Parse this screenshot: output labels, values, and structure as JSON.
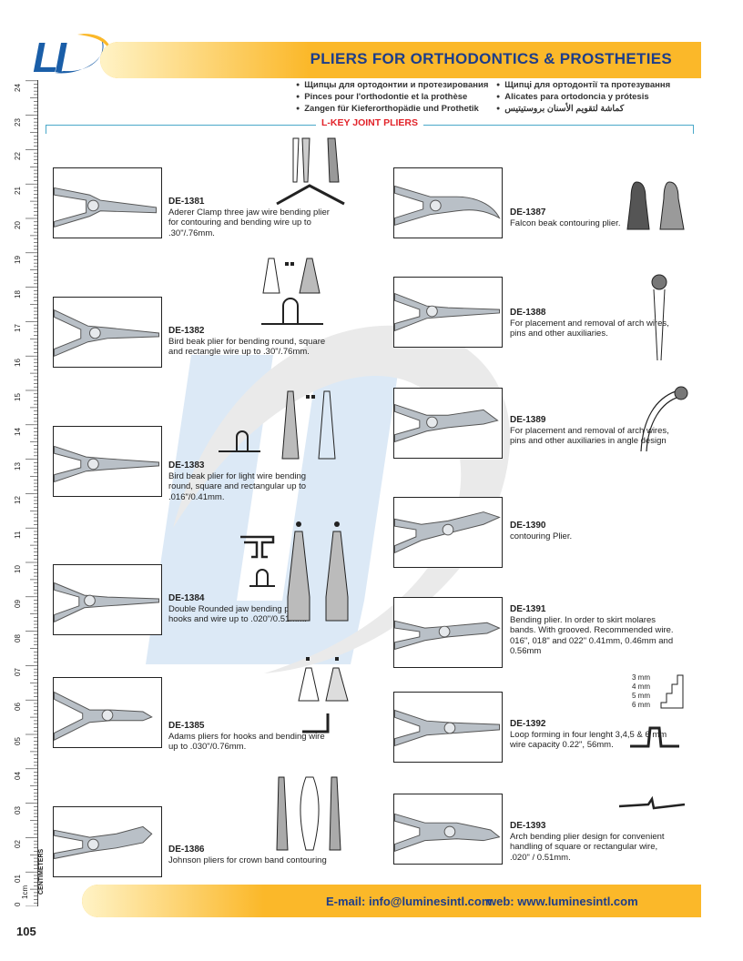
{
  "brand": {
    "logo_text": "LI",
    "colors": {
      "accent": "#fbb829",
      "title": "#1d3d8a",
      "section": "#e2232a",
      "rule": "#4aa8c9"
    }
  },
  "header": {
    "title": "PLIERS FOR ORTHODONTICS & PROSTHETIES",
    "languages_left": [
      "Щипцы для ортодонтии и протезирования",
      "Pinces pour l'orthodontie et la prothèse",
      "Zangen für Kieferorthopädie und Prothetik"
    ],
    "languages_right": [
      "Щипці для ортодонтії та протезування",
      "Alicates para ortodoncia y prótesis",
      "كماشة لتقويم الأسنان بروستيتيس"
    ]
  },
  "section": {
    "title": "L-KEY JOINT PLIERS"
  },
  "ruler": {
    "numbers": [
      "24",
      "23",
      "22",
      "21",
      "20",
      "19",
      "18",
      "17",
      "16",
      "15",
      "14",
      "13",
      "12",
      "11",
      "10",
      "09",
      "08",
      "07",
      "06",
      "05",
      "04",
      "03",
      "02",
      "01"
    ],
    "zero": "0",
    "unit": "1cm",
    "label": "CENTIMETERS"
  },
  "products_left": [
    {
      "code": "DE-1381",
      "desc": "Aderer Clamp three jaw wire bending plier for contouring and bending wire up to .30\"/.76mm."
    },
    {
      "code": "DE-1382",
      "desc": "Bird beak plier for bending round, square and rectangle wire up to .30\"/.76mm."
    },
    {
      "code": "DE-1383",
      "desc": "Bird beak plier for light wire bending round, square and rectangular up to .016\"/0.41mm."
    },
    {
      "code": "DE-1384",
      "desc": "Double Rounded jaw bending pliers, hooks and wire up to .020\"/0.51mm."
    },
    {
      "code": "DE-1385",
      "desc": "Adams pliers for hooks and bending wire up to .030\"/0.76mm."
    },
    {
      "code": "DE-1386",
      "desc": "Johnson pliers for crown band contouring"
    }
  ],
  "products_right": [
    {
      "code": "DE-1387",
      "desc": "Falcon beak contouring plier."
    },
    {
      "code": "DE-1388",
      "desc": "For placement and removal of arch wires, pins and other auxiliaries."
    },
    {
      "code": "DE-1389",
      "desc": "For placement and removal of arch wires, pins and other auxiliaries in angle design"
    },
    {
      "code": "DE-1390",
      "desc": "contouring Plier."
    },
    {
      "code": "DE-1391",
      "desc": "Bending plier. In order to skirt molares bands. With grooved. Recommended wire. 016\", 018\" and 022\" 0.41mm, 0.46mm and 0.56mm"
    },
    {
      "code": "DE-1392",
      "desc": "Loop forming in four lenght 3,4,5 & 6 mm wire capacity 0.22\", 56mm."
    },
    {
      "code": "DE-1393",
      "desc": "Arch bending plier design for convenient handling of square or rectangular wire, .020\" / 0.51mm."
    }
  ],
  "step_labels": [
    "3 mm",
    "4 mm",
    "5 mm",
    "6 mm"
  ],
  "footer": {
    "email": "E-mail: info@luminesintl.com",
    "web": "web: www.luminesintl.com"
  },
  "page_number": "105"
}
